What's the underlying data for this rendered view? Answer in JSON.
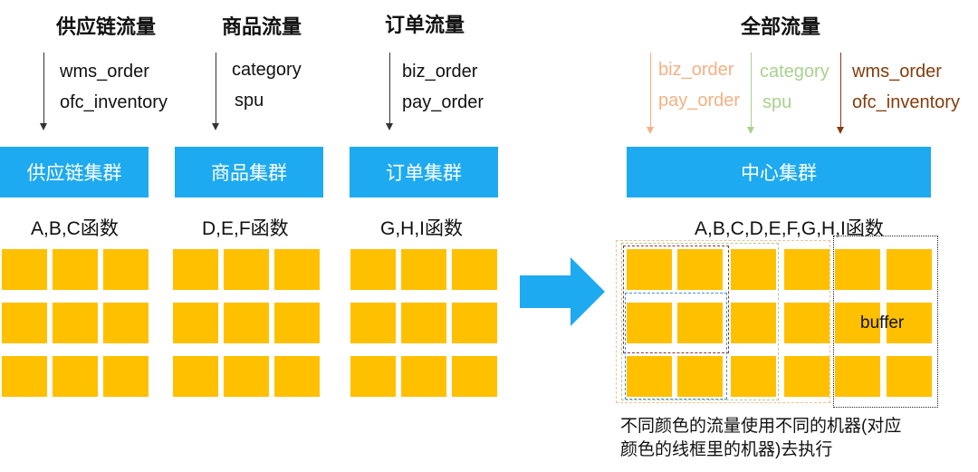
{
  "groups": [
    {
      "title": "供应链流量",
      "items": [
        "wms_order",
        "ofc_inventory"
      ],
      "cluster": "供应链集群",
      "functions": "A,B,C函数"
    },
    {
      "title": "商品流量",
      "items": [
        "category",
        "spu"
      ],
      "cluster": "商品集群",
      "functions": "D,E,F函数"
    },
    {
      "title": "订单流量",
      "items": [
        "biz_order",
        "pay_order"
      ],
      "cluster": "订单集群",
      "functions": "G,H,I函数"
    }
  ],
  "combined": {
    "title": "全部流量",
    "streams": [
      {
        "items": [
          "biz_order",
          "pay_order"
        ],
        "color": "#f4b183"
      },
      {
        "items": [
          "category",
          "spu"
        ],
        "color": "#a9d18e"
      },
      {
        "items": [
          "wms_order",
          "ofc_inventory"
        ],
        "color": "#843c0c"
      }
    ],
    "cluster": "中心集群",
    "functions": "A,B,C,D,E,F,G,H,I函数",
    "buffer_label": "buffer",
    "note_lines": [
      "不同颜色的流量使用不同的机器(对应",
      "颜色的线框里的机器)去执行"
    ]
  },
  "colors": {
    "cluster": "#1eaaf0",
    "machine": "#ffc000",
    "arrow": "#1eaaf0"
  }
}
